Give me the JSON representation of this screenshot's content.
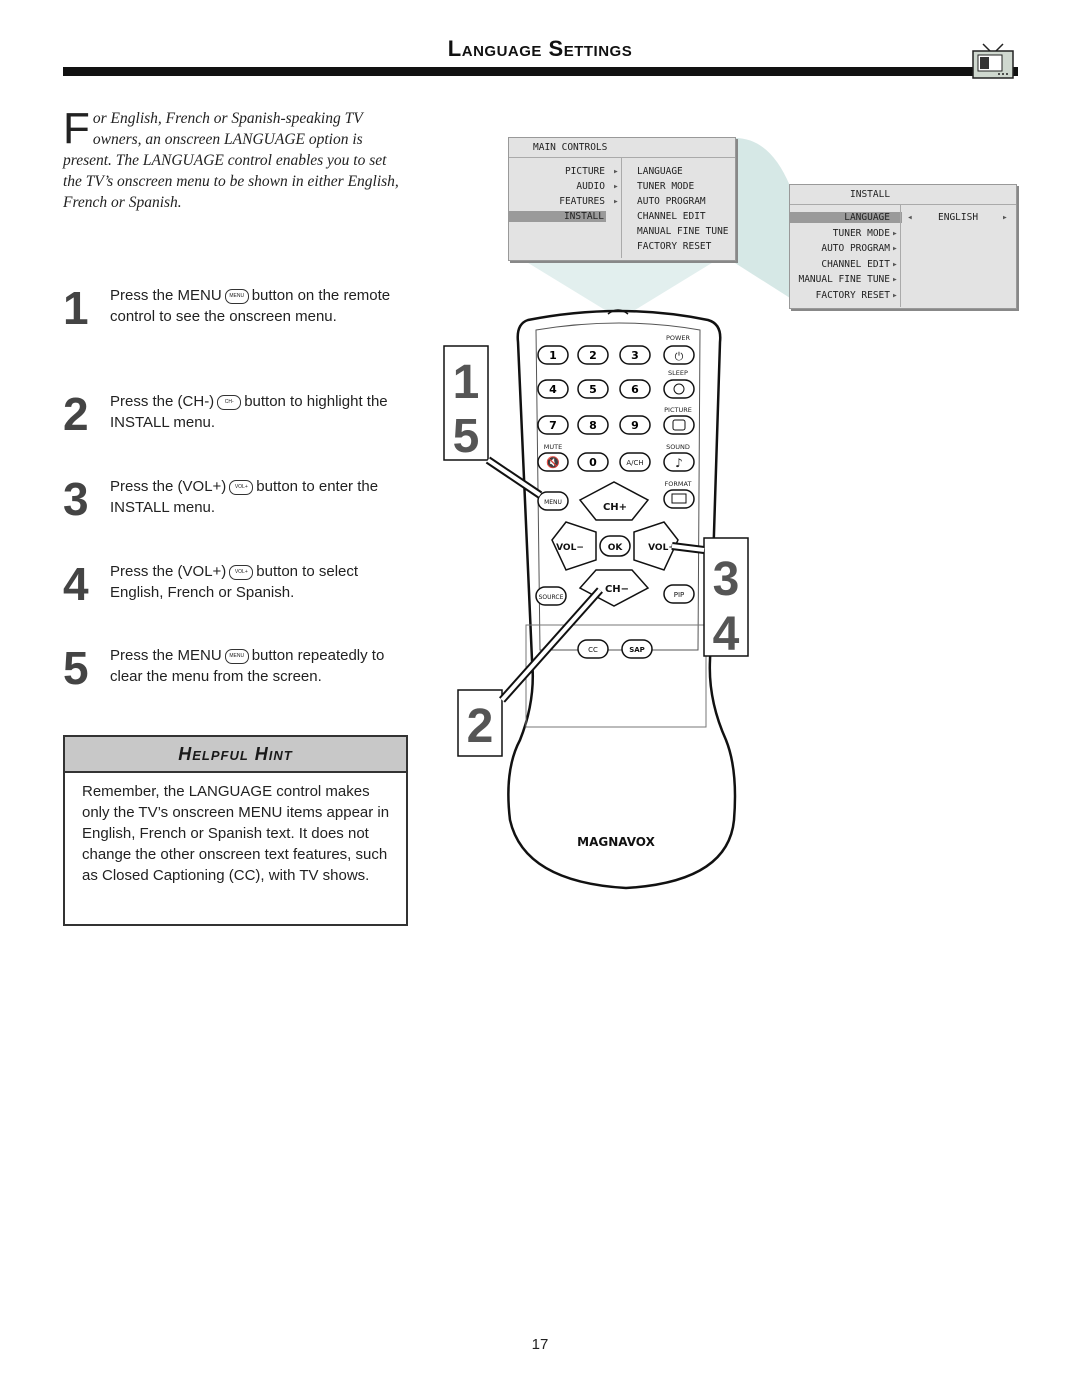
{
  "page": {
    "title": "Language Settings",
    "page_number": "17"
  },
  "intro": {
    "dropcap": "F",
    "text": "or English, French or Spanish-speaking TV owners, an onscreen LANGUAGE option is present. The LANGUAGE control enables you to set the TV’s onscreen menu to be shown in either English, French or Spanish."
  },
  "steps": [
    {
      "num": "1",
      "before": "Press the MENU",
      "icon": "MENU",
      "after": "button on the remote control to see the onscreen menu."
    },
    {
      "num": "2",
      "before": "Press the (CH-)",
      "icon": "CH-",
      "after": "button to highlight the INSTALL menu."
    },
    {
      "num": "3",
      "before": "Press the (VOL+)",
      "icon": "VOL+",
      "after": "button to enter the INSTALL menu."
    },
    {
      "num": "4",
      "before": "Press the (VOL+)",
      "icon": "VOL+",
      "after": "button to select English, French or Spanish."
    },
    {
      "num": "5",
      "before": "Press the MENU",
      "icon": "MENU",
      "after": "button repeatedly to clear the menu from the screen."
    }
  ],
  "hint": {
    "title": "Helpful Hint",
    "body": "Remember, the LANGUAGE control makes only the TV’s onscreen MENU items appear in English, French or Spanish text. It does not change the other onscreen text features, such as Closed Captioning (CC), with TV shows."
  },
  "main_menu": {
    "header": "MAIN CONTROLS",
    "left": [
      "PICTURE",
      "AUDIO",
      "FEATURES",
      "INSTALL"
    ],
    "right": [
      "LANGUAGE",
      "TUNER MODE",
      "AUTO PROGRAM",
      "CHANNEL EDIT",
      "MANUAL FINE TUNE",
      "FACTORY RESET"
    ]
  },
  "install_menu": {
    "header": "INSTALL",
    "items": [
      "LANGUAGE",
      "TUNER MODE",
      "AUTO PROGRAM",
      "CHANNEL EDIT",
      "MANUAL FINE TUNE",
      "FACTORY RESET"
    ],
    "value": "ENGLISH"
  },
  "remote": {
    "labels": {
      "power": "POWER",
      "sleep": "SLEEP",
      "picture": "PICTURE",
      "mute": "MUTE",
      "sound": "SOUND",
      "format": "FORMAT",
      "menu": "MENU",
      "ch_up": "CH+",
      "vol_down": "VOL−",
      "ok": "OK",
      "vol_up": "VOL+",
      "source": "SOURCE",
      "ch_down": "CH−",
      "pip": "PIP",
      "cc": "CC",
      "sap": "SAP",
      "ach": "A/CH",
      "brand": "MAGNAVOX"
    },
    "digits": [
      "1",
      "2",
      "3",
      "4",
      "5",
      "6",
      "7",
      "8",
      "9",
      "0"
    ],
    "callouts": [
      "1",
      "5",
      "3",
      "4",
      "2"
    ]
  }
}
